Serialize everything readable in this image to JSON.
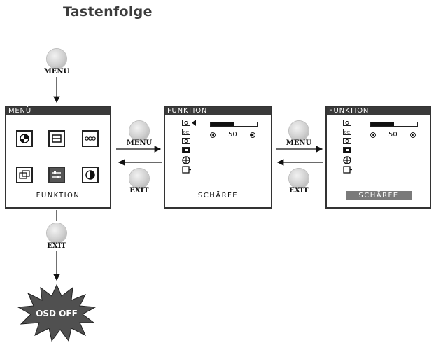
{
  "title": "Tastenfolge",
  "buttons": {
    "menu_label": "MENU",
    "exit_label": "EXIT"
  },
  "menu_panel": {
    "header": "MENÜ",
    "label": "FUNKTION",
    "icons": [
      "color-icon",
      "position-icon",
      "dots-icon",
      "size-icon",
      "function-icon",
      "contrast-icon"
    ],
    "selected_index": 4
  },
  "function_panel_1": {
    "header": "FUNKTION",
    "label": "SCHÄRFE",
    "value": "50",
    "bar_percent": 50
  },
  "function_panel_2": {
    "header": "FUNKTION",
    "label": "SCHÄRFE",
    "value": "50",
    "bar_percent": 50
  },
  "osd_off": "OSD OFF",
  "colors": {
    "panel_header": "#3a3a3a",
    "selection": "#7a7a7a",
    "button": "#cfcfcf"
  }
}
